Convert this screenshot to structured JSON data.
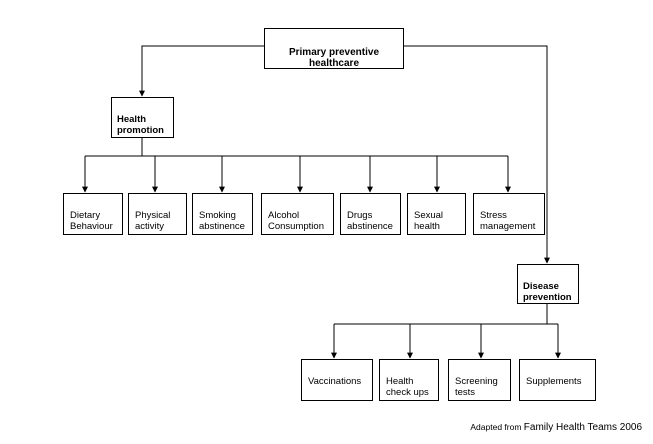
{
  "root": {
    "label": "Primary preventive\nhealthcare"
  },
  "health_promotion": {
    "label": "Health\npromotion",
    "children": [
      "Dietary\nBehaviour",
      "Physical\nactivity",
      "Smoking\nabstinence",
      "Alcohol\nConsumption",
      "Drugs\nabstinence",
      "Sexual\nhealth",
      "Stress\nmanagement"
    ]
  },
  "disease_prevention": {
    "label": "Disease\nprevention",
    "children": [
      "Vaccinations",
      "Health\ncheck ups",
      "Screening\ntests",
      "Supplements"
    ]
  },
  "source": {
    "prefix": "Adapted from",
    "name": "Family Health Teams 2006"
  },
  "colors": {
    "line": "#000000",
    "box_border": "#000000",
    "background": "#ffffff"
  }
}
